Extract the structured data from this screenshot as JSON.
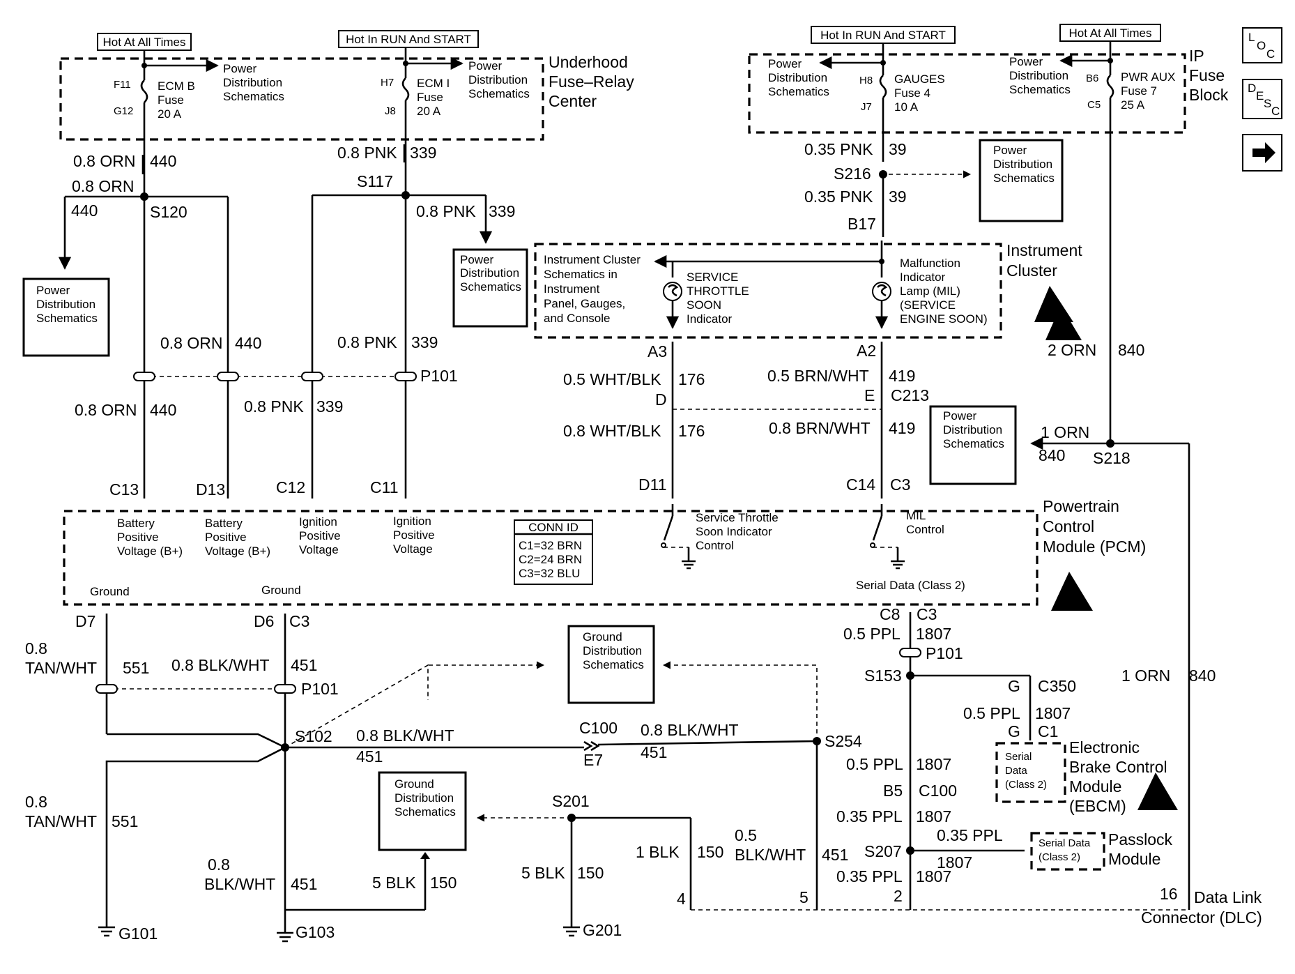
{
  "supplies": {
    "hot_all_times": "Hot At All Times",
    "hot_run_start": "Hot In RUN And START"
  },
  "underhood": {
    "title_line1": "Underhood",
    "title_line2": "Fuse–Relay",
    "title_line3": "Center",
    "fuse1_top_pin": "F11",
    "fuse1_bottom_pin": "G12",
    "fuse1_name": "ECM B",
    "fuse1_word": "Fuse",
    "fuse1_rating": "20 A",
    "fuse2_top_pin": "H7",
    "fuse2_bottom_pin": "J8",
    "fuse2_name": "ECM I",
    "fuse2_word": "Fuse",
    "fuse2_rating": "20 A"
  },
  "ip_fuse_block": {
    "title_line1": "IP",
    "title_line2": "Fuse",
    "title_line3": "Block",
    "fuse1_top_pin": "H8",
    "fuse1_bottom_pin": "J7",
    "fuse1_name": "GAUGES",
    "fuse1_number": "Fuse 4",
    "fuse1_rating": "10 A",
    "fuse2_top_pin": "B6",
    "fuse2_bottom_pin": "C5",
    "fuse2_name": "PWR AUX",
    "fuse2_number": "Fuse 7",
    "fuse2_rating": "25 A"
  },
  "pds": {
    "line1": "Power",
    "line2": "Distribution",
    "line3": "Schematics"
  },
  "gds": {
    "line1": "Ground",
    "line2": "Distribution",
    "line3": "Schematics"
  },
  "nav_icons": {
    "loc_l": "L",
    "loc_o": "O",
    "loc_c": "C",
    "desc_d": "D",
    "desc_e": "E",
    "desc_s": "S",
    "desc_c": "C"
  },
  "wires": {
    "w_08orn": "0.8 ORN",
    "c_440": "440",
    "w_08pnk": "0.8 PNK",
    "c_339": "339",
    "w_035pnk": "0.35 PNK",
    "c_39": "39",
    "w_2orn": "2 ORN",
    "w_1orn": "1 ORN",
    "c_840": "840",
    "w_05whtblk": "0.5 WHT/BLK",
    "w_08whtblk": "0.8 WHT/BLK",
    "c_176": "176",
    "w_05brnwht": "0.5 BRN/WHT",
    "w_08brnwht": "0.8 BRN/WHT",
    "c_419": "419",
    "w_08": "0.8",
    "w_tanwht": "TAN/WHT",
    "c_551": "551",
    "w_08blkwht": "0.8 BLK/WHT",
    "w_blkwht": "BLK/WHT",
    "c_451": "451",
    "w_05": "0.5",
    "w_05ppl": "0.5 PPL",
    "w_035ppl": "0.35 PPL",
    "c_1807": "1807",
    "w_1blk": "1 BLK",
    "w_5blk": "5 BLK",
    "c_150": "150"
  },
  "splices": {
    "s120": "S120",
    "s117": "S117",
    "s216": "S216",
    "s218": "S218",
    "s102": "S102",
    "s254": "S254",
    "s201": "S201",
    "s153": "S153",
    "s207": "S207"
  },
  "connectors": {
    "p101": "P101",
    "c213": "C213",
    "c100": "C100",
    "c350": "C350",
    "c1": "C1",
    "c3": "C3",
    "b17": "B17",
    "a3": "A3",
    "a2": "A2",
    "d": "D",
    "e": "E",
    "d11": "D11",
    "c14": "C14",
    "c13": "C13",
    "d13": "D13",
    "c12": "C12",
    "c11": "C11",
    "d7": "D7",
    "d6": "D6",
    "c8": "C8",
    "e7": "E7",
    "b5": "B5",
    "g": "G"
  },
  "cluster": {
    "title_line1": "Instrument",
    "title_line2": "Cluster",
    "ref_line1": "Instrument Cluster",
    "ref_line2": "Schematics in",
    "ref_line3": "Instrument",
    "ref_line4": "Panel, Gauges,",
    "ref_line5": "and Console",
    "sts_line1": "SERVICE",
    "sts_line2": "THROTTLE",
    "sts_line3": "SOON",
    "sts_line4": "Indicator",
    "mil_line1": "Malfunction",
    "mil_line2": "Indicator",
    "mil_line3": "Lamp (MIL)",
    "mil_line4": "(SERVICE",
    "mil_line5": "ENGINE SOON)"
  },
  "pcm": {
    "title_line1": "Powertrain",
    "title_line2": "Control",
    "title_line3": "Module (PCM)",
    "bat1_line1": "Battery",
    "bat1_line2": "Positive",
    "bat1_line3": "Voltage (B+)",
    "bat2_line1": "Battery",
    "bat2_line2": "Positive",
    "bat2_line3": "Voltage (B+)",
    "ign1_line1": "Ignition",
    "ign1_line2": "Positive",
    "ign1_line3": "Voltage",
    "ign2_line1": "Ignition",
    "ign2_line2": "Positive",
    "ign2_line3": "Voltage",
    "conn_id_title": "CONN ID",
    "conn_c1": "C1=32 BRN",
    "conn_c2": "C2=24 BRN",
    "conn_c3": "C3=32 BLU",
    "sts_line1": "Service Throttle",
    "sts_line2": "Soon Indicator",
    "sts_line3": "Control",
    "mil_line1": "MIL",
    "mil_line2": "Control",
    "serial_data": "Serial Data (Class 2)",
    "ground": "Ground"
  },
  "ebcm": {
    "title_line1": "Electronic",
    "title_line2": "Brake Control",
    "title_line3": "Module",
    "title_line4": "(EBCM)",
    "serial_line1": "Serial",
    "serial_line2": "Data",
    "serial_line3": "(Class 2)"
  },
  "passlock": {
    "title_line1": "Passlock",
    "title_line2": "Module",
    "serial_line1": "Serial Data",
    "serial_line2": "(Class 2)"
  },
  "dlc": {
    "title_line1": "Data Link",
    "title_line2": "Connector (DLC)",
    "pin16": "16",
    "pin4": "4",
    "pin5": "5",
    "pin2": "2"
  },
  "grounds": {
    "g101": "G101",
    "g103": "G103",
    "g201": "G201"
  }
}
